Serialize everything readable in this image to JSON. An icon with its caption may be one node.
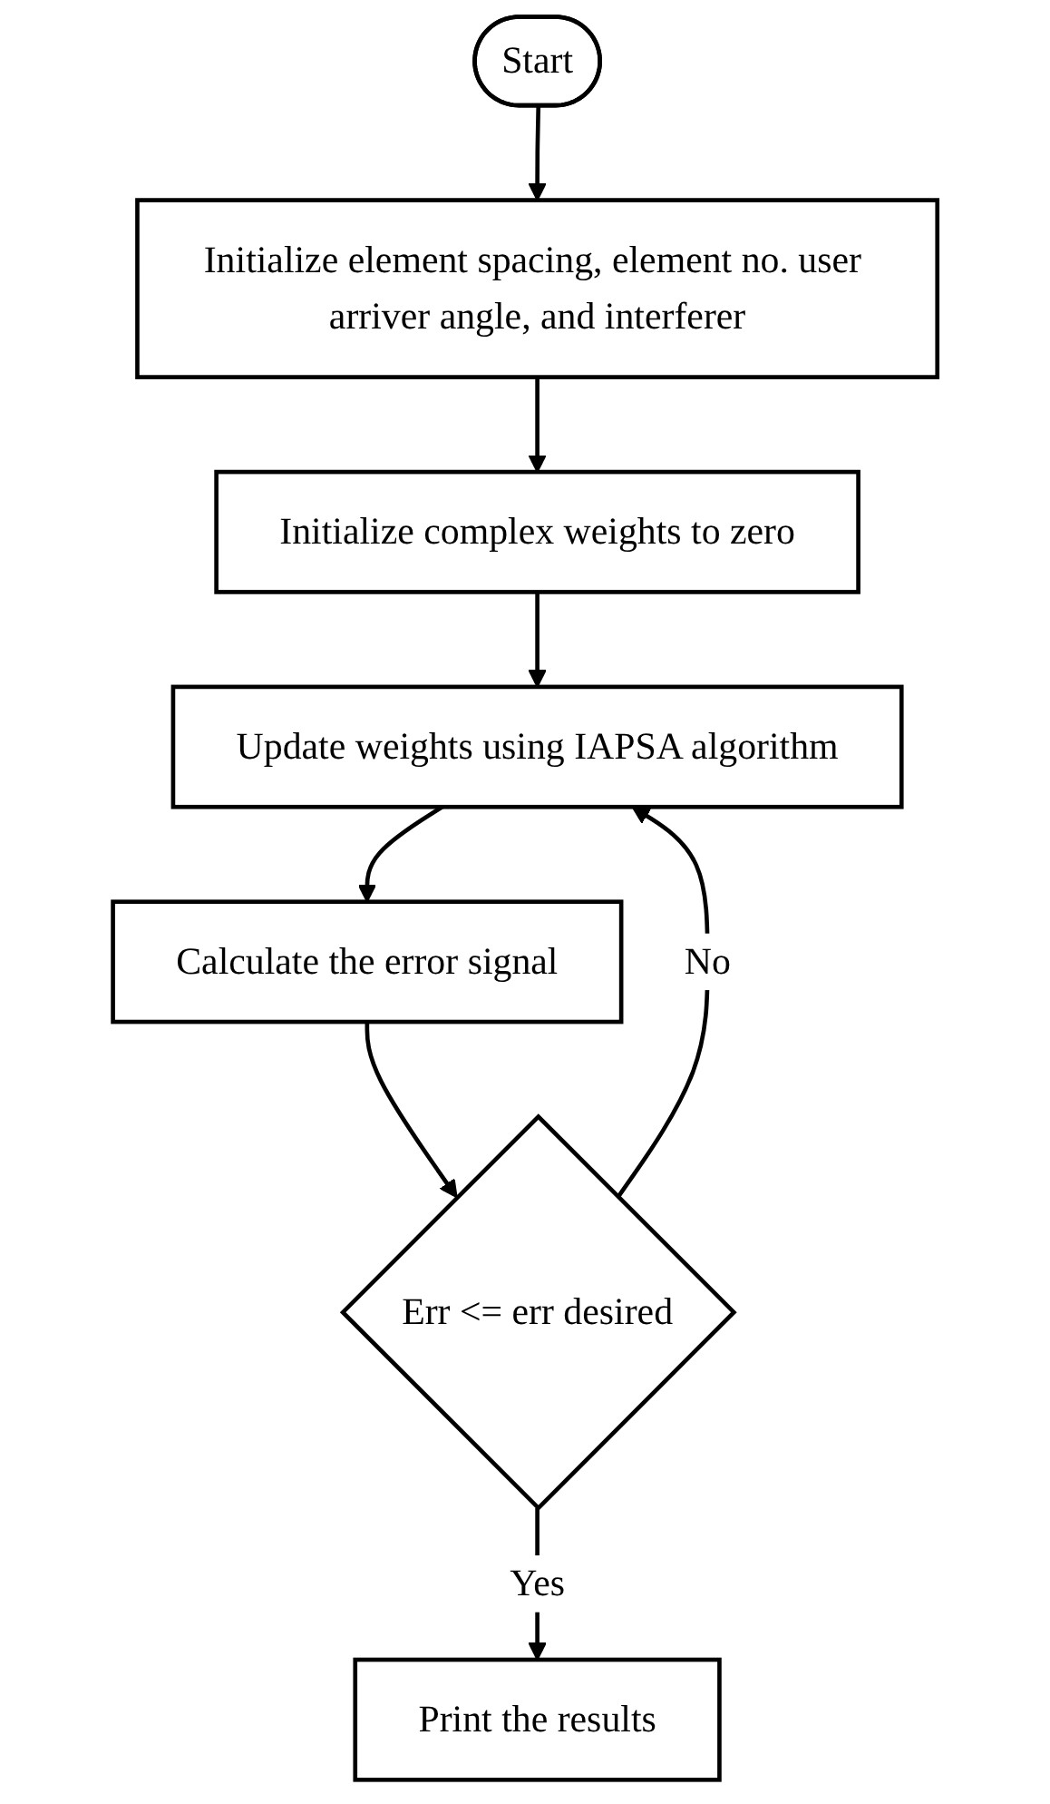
{
  "diagram": {
    "nodes": [
      {
        "text": [
          "Start"
        ]
      },
      {
        "text": [
          "Initialize element spacing, element no. user arriver angle, and interferer"
        ]
      },
      {
        "text": [
          "Initialize complex weights to zero"
        ]
      },
      {
        "text": [
          "Update weights using IAPSA algorithm"
        ]
      },
      {
        "text": [
          "Calculate the error signal"
        ]
      },
      {
        "text": [
          "Err <= err desired"
        ]
      },
      {
        "text": [
          "Print the results"
        ]
      }
    ],
    "edges": [
      {
        "from": 0,
        "to": 1,
        "arrow": "to"
      },
      {
        "from": 1,
        "to": 2,
        "arrow": "to"
      },
      {
        "from": 2,
        "to": 3,
        "arrow": "to"
      },
      {
        "from": 3,
        "to": 4,
        "arrow": "to"
      },
      {
        "from": 4,
        "to": 5,
        "arrow": "to"
      },
      {
        "from": 5,
        "to": 3,
        "arrow": "to",
        "label": "No"
      },
      {
        "from": 5,
        "to": 6,
        "arrow": "to",
        "label": "Yes"
      }
    ]
  }
}
